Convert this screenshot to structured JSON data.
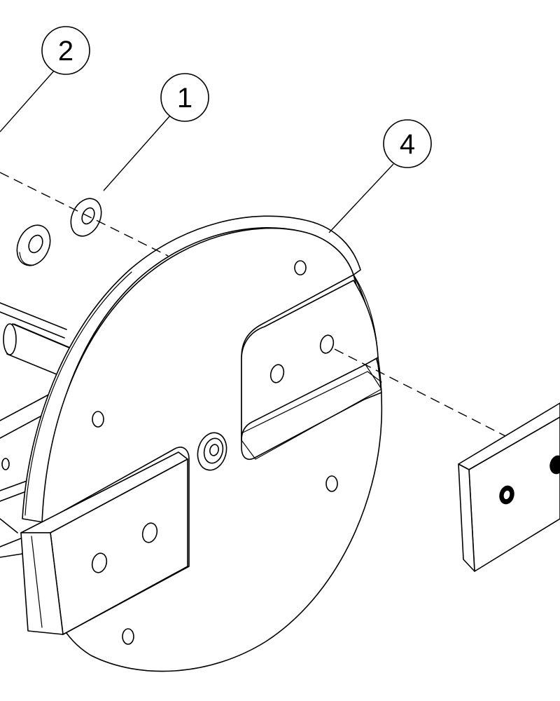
{
  "balloons": {
    "item_1": "1",
    "item_2": "2",
    "item_4": "4"
  }
}
